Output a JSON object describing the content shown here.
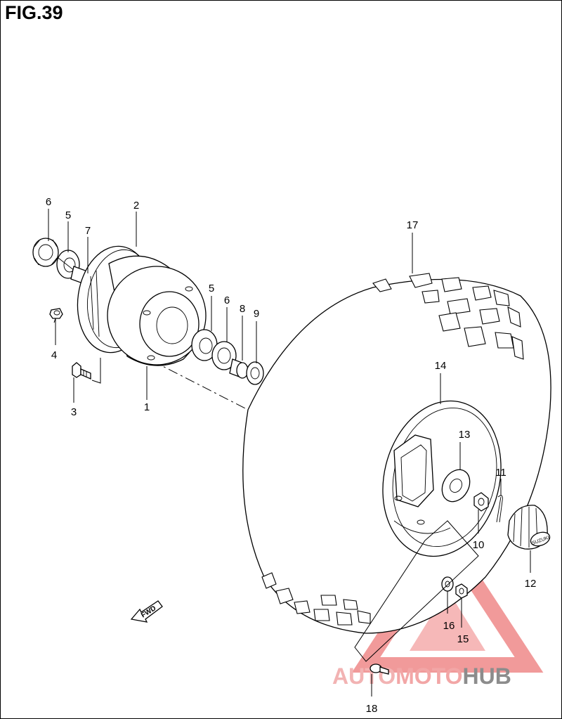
{
  "figure": {
    "title": "FIG.39"
  },
  "callouts": {
    "c1": "1",
    "c2": "2",
    "c3": "3",
    "c4": "4",
    "c5a": "5",
    "c5b": "5",
    "c6a": "6",
    "c6b": "6",
    "c7": "7",
    "c8": "8",
    "c9": "9",
    "c10": "10",
    "c11": "11",
    "c12": "12",
    "c13": "13",
    "c14": "14",
    "c15": "15",
    "c16": "16",
    "c17": "17",
    "c18": "18"
  },
  "fwd_arrow": {
    "label": "FWD"
  },
  "hub_cap": {
    "emblem": "SUZUKI"
  },
  "watermark": {
    "part1": "AUTO",
    "part2": "MOTO",
    "part3": "HUB",
    "color_primary": "#f2a6a6",
    "color_secondary": "#8c8c8c"
  }
}
